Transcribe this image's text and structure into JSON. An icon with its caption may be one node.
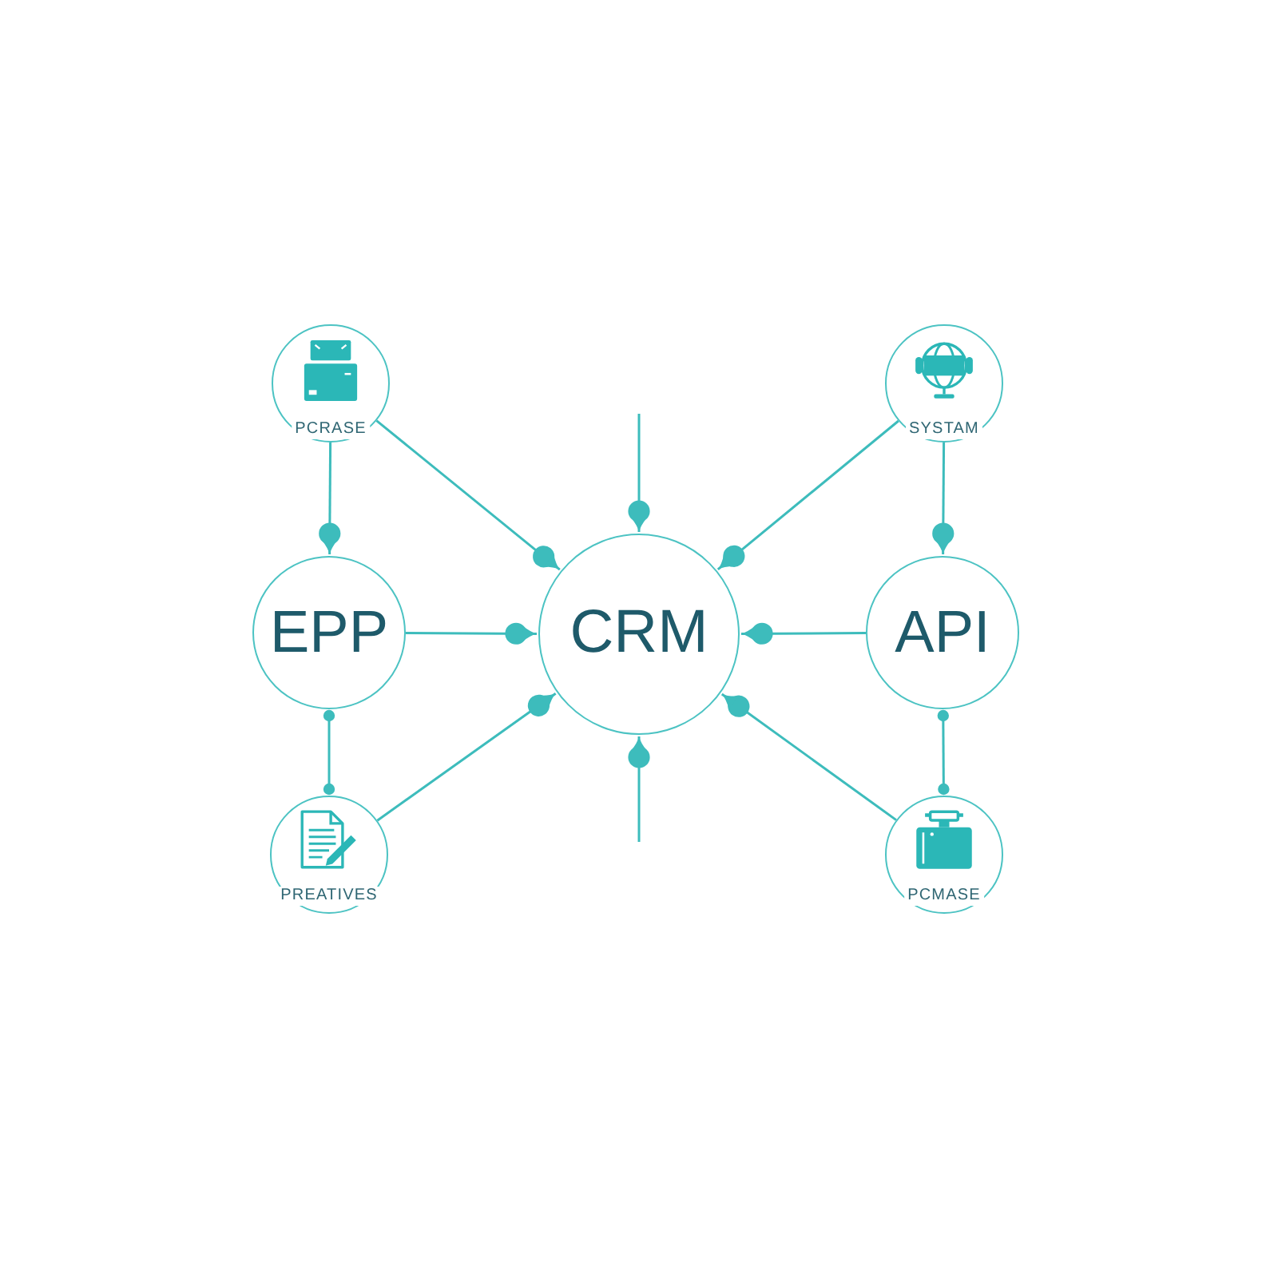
{
  "diagram": {
    "nodes": [
      {
        "text": [
          "PCRASE"
        ]
      },
      {
        "text": [
          "SYSTAM"
        ]
      },
      {
        "text": [
          "EPP"
        ]
      },
      {
        "text": [
          "CRM"
        ]
      },
      {
        "text": [
          "API"
        ]
      },
      {
        "text": [
          "PREATIVES"
        ]
      },
      {
        "text": [
          "PCMASE"
        ]
      }
    ],
    "edges": [
      {
        "from": 0,
        "to": 2,
        "arrow": "other"
      },
      {
        "from": 0,
        "to": 3,
        "arrow": "other"
      },
      {
        "from": 1,
        "to": 3,
        "arrow": "other"
      },
      {
        "from": 1,
        "to": 4,
        "arrow": "other"
      },
      {
        "from": null,
        "to": 3,
        "arrow": "other"
      },
      {
        "from": 2,
        "to": 3,
        "arrow": "other"
      },
      {
        "from": 4,
        "to": 3,
        "arrow": "other"
      },
      {
        "from": 2,
        "to": 5,
        "arrow": "other"
      },
      {
        "from": 4,
        "to": 6,
        "arrow": "other"
      },
      {
        "from": 5,
        "to": 3,
        "arrow": "other"
      },
      {
        "from": 6,
        "to": 3,
        "arrow": "other"
      },
      {
        "from": null,
        "to": 3,
        "arrow": "other"
      }
    ]
  }
}
